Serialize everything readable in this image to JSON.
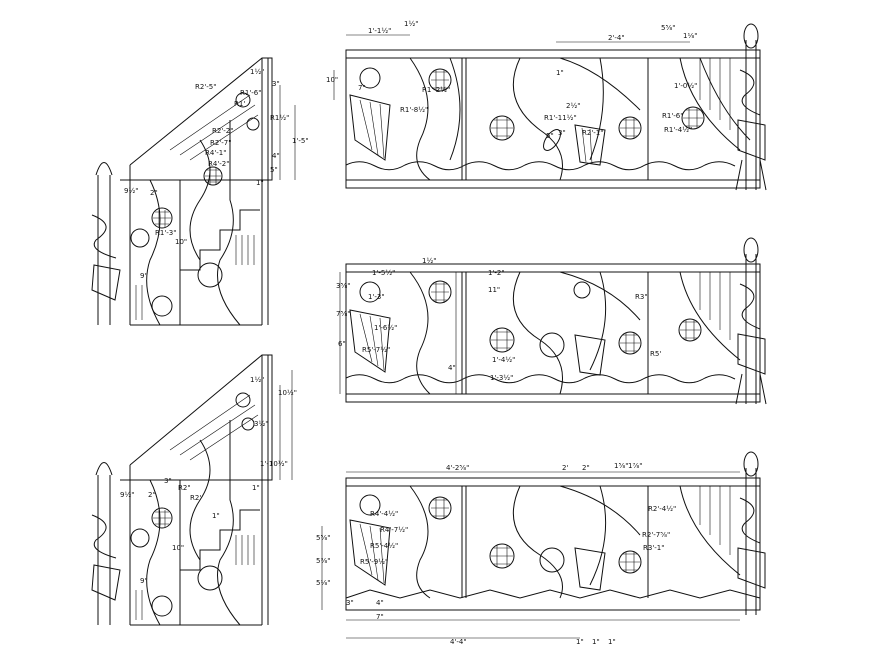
{
  "drawing": {
    "panel_top": {
      "dims": [
        "1'-1½\"",
        "1½\"",
        "5⅝\"",
        "1⅛\"",
        "2'-4\"",
        "10\"",
        "7\"",
        "1'-0½\"",
        "R1'-2½\"",
        "R1'-8½\"",
        "2½\"",
        "R1'-11½\"",
        "5\"",
        "3\"",
        "R2'-1\"",
        "R1'-6\"",
        "R1'-4½\"",
        "1\""
      ]
    },
    "panel_middle": {
      "dims": [
        "1'-5½\"",
        "1½\"",
        "1'-2\"",
        "3⅝\"",
        "1'-3\"",
        "11\"",
        "7⅝\"",
        "1'-6½\"",
        "6\"",
        "R5'-7½\"",
        "1'-4½\"",
        "1'-3½\"",
        "4\"",
        "R5'",
        "R3\""
      ]
    },
    "panel_bottom": {
      "dims": [
        "4'-2⅝\"",
        "2'",
        "2\"",
        "1⅝\"",
        "1⅞\"",
        "R2'-4½\"",
        "R4'-4½\"",
        "R4'-7½\"",
        "R2'-7⅝\"",
        "R5'-4½\"",
        "R3'-1\"",
        "R5'-9½\"",
        "5⅝\"",
        "5⅜\"",
        "5⅛\"",
        "7\"",
        "3\"",
        "4\"",
        "4'-4\"",
        "1\"",
        "1\"",
        "1\""
      ]
    },
    "stair_top": {
      "dims": [
        "R2'-5\"",
        "R1'-6\"",
        "R1'",
        "R1½\"",
        "R2'-2\"",
        "R2'-7\"",
        "R4'-1\"",
        "R4'-2\"",
        "1'-5\"",
        "1½\"",
        "3\"",
        "4\"",
        "5\"",
        "2\"",
        "9½\"",
        "R1'-3\"",
        "10\"",
        "9\"",
        "1\""
      ]
    },
    "stair_bottom": {
      "dims": [
        "1½\"",
        "10½\"",
        "3½\"",
        "1'-10½\"",
        "1\"",
        "9½\"",
        "R2\"",
        "R2'",
        "3\"",
        "2\"",
        "10\"",
        "9\"",
        "1\""
      ]
    }
  }
}
